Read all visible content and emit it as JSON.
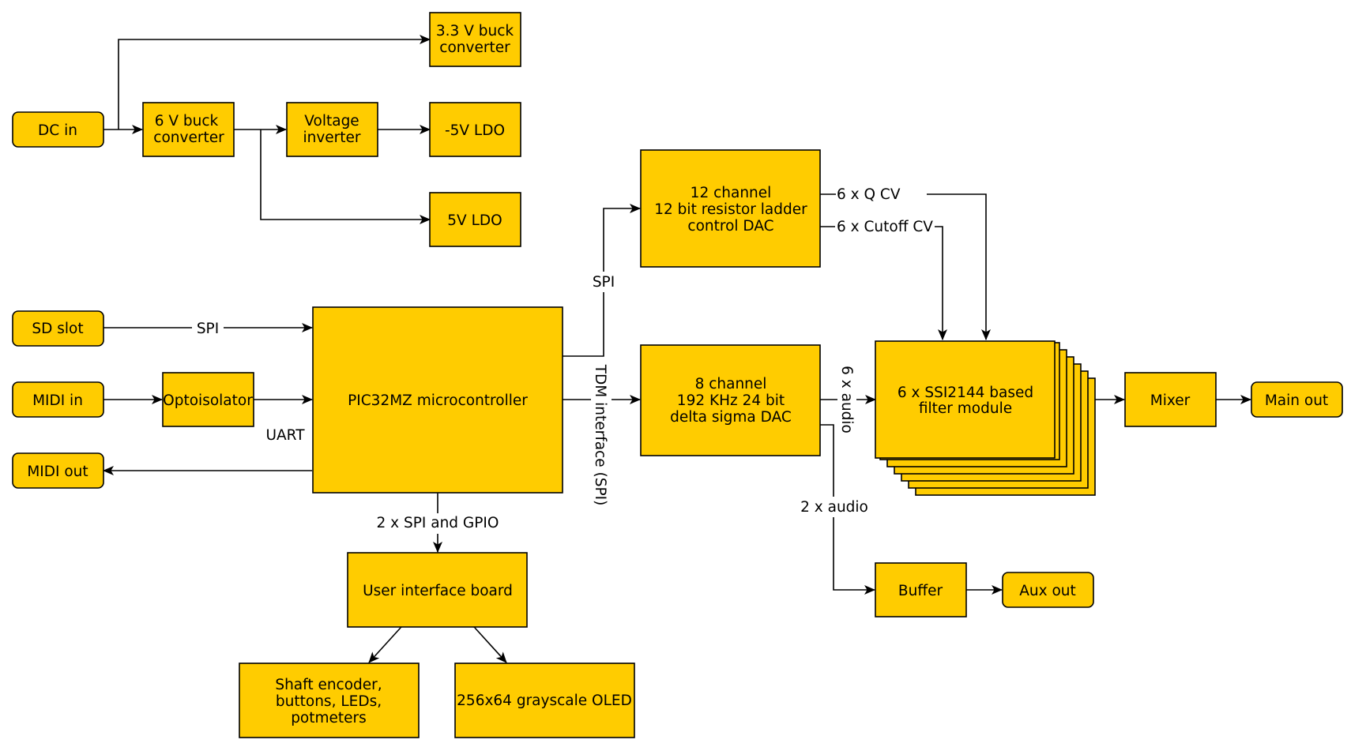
{
  "blocks": {
    "dc_in": "DC in",
    "buck33": [
      "3.3 V buck",
      "converter"
    ],
    "buck6": [
      "6 V buck",
      "converter"
    ],
    "inverter": [
      "Voltage",
      "inverter"
    ],
    "ldo_neg5": "-5V LDO",
    "ldo_5": "5V LDO",
    "sd_slot": "SD slot",
    "midi_in": "MIDI in",
    "midi_out": "MIDI out",
    "optoisolator": "Optoisolator",
    "mcu": "PIC32MZ microcontroller",
    "ctrl_dac": [
      "12 channel",
      "12 bit resistor ladder",
      "control DAC"
    ],
    "audio_dac": [
      "8 channel",
      "192 KHz 24 bit",
      "delta sigma DAC"
    ],
    "filter": [
      "6 x SSI2144 based",
      "filter module"
    ],
    "mixer": "Mixer",
    "main_out": "Main out",
    "buffer": "Buffer",
    "aux_out": "Aux out",
    "ui_board": "User interface board",
    "controls": [
      "Shaft encoder,",
      "buttons, LEDs,",
      "potmeters"
    ],
    "oled": "256x64 grayscale OLED"
  },
  "edge_labels": {
    "sd_spi": "SPI",
    "uart": "UART",
    "dac_spi": "SPI",
    "tdm": "TDM interface (SPI)",
    "q_cv": "6 x Q CV",
    "cutoff_cv": "6 x Cutoff CV",
    "six_audio": "6 x audio",
    "two_audio": "2 x audio",
    "ui_bus": "2 x SPI and GPIO"
  },
  "colors": {
    "block_fill": "#FFCC00",
    "line": "#000000"
  }
}
